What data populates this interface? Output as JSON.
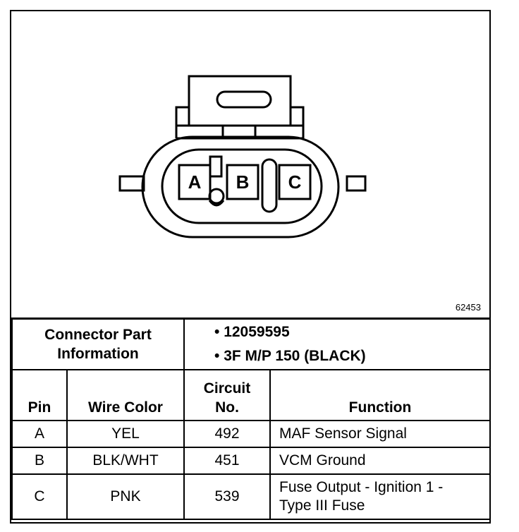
{
  "figure": {
    "id": "62453",
    "pins": [
      "A",
      "B",
      "C"
    ]
  },
  "connector_info": {
    "label_line1": "Connector Part",
    "label_line2": "Information",
    "items": [
      "12059595",
      "3F M/P 150 (BLACK)"
    ]
  },
  "headers": {
    "pin": "Pin",
    "wire_color": "Wire Color",
    "circuit_line1": "Circuit",
    "circuit_line2": "No.",
    "function": "Function"
  },
  "rows": [
    {
      "pin": "A",
      "wire": "YEL",
      "circuit": "492",
      "function": "MAF Sensor Signal"
    },
    {
      "pin": "B",
      "wire": "BLK/WHT",
      "circuit": "451",
      "function": "VCM Ground"
    },
    {
      "pin": "C",
      "wire": "PNK",
      "circuit": "539",
      "function_line1": "Fuse Output - Ignition 1 -",
      "function_line2": "Type III Fuse"
    }
  ]
}
